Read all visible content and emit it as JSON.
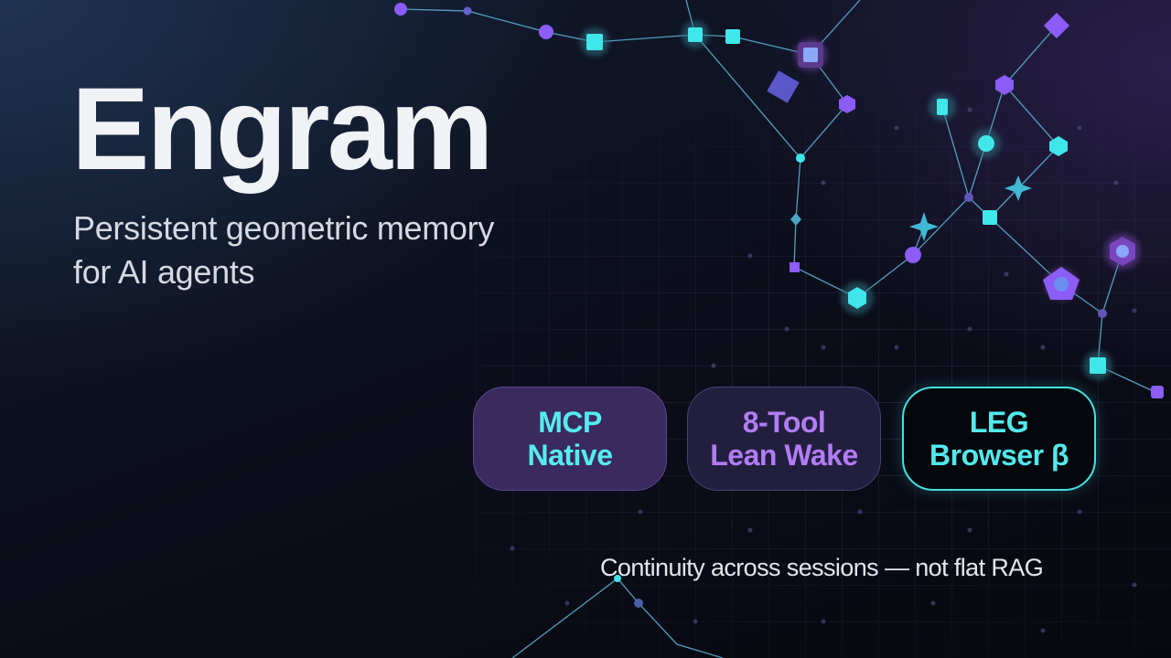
{
  "hero": {
    "title": "Engram",
    "subtitle_line1": "Persistent geometric memory",
    "subtitle_line2": "for AI agents"
  },
  "features": [
    {
      "line1": "MCP",
      "line2": "Native"
    },
    {
      "line1": "8-Tool",
      "line2": "Lean Wake"
    },
    {
      "line1": "LEG",
      "line2": "Browser β"
    }
  ],
  "tagline": "Continuity across sessions — not flat RAG",
  "colors": {
    "cyan": "#3fe6ea",
    "purple": "#8b5cf6",
    "background": "#0c0f1c"
  },
  "decoration": "memory-network-graph"
}
